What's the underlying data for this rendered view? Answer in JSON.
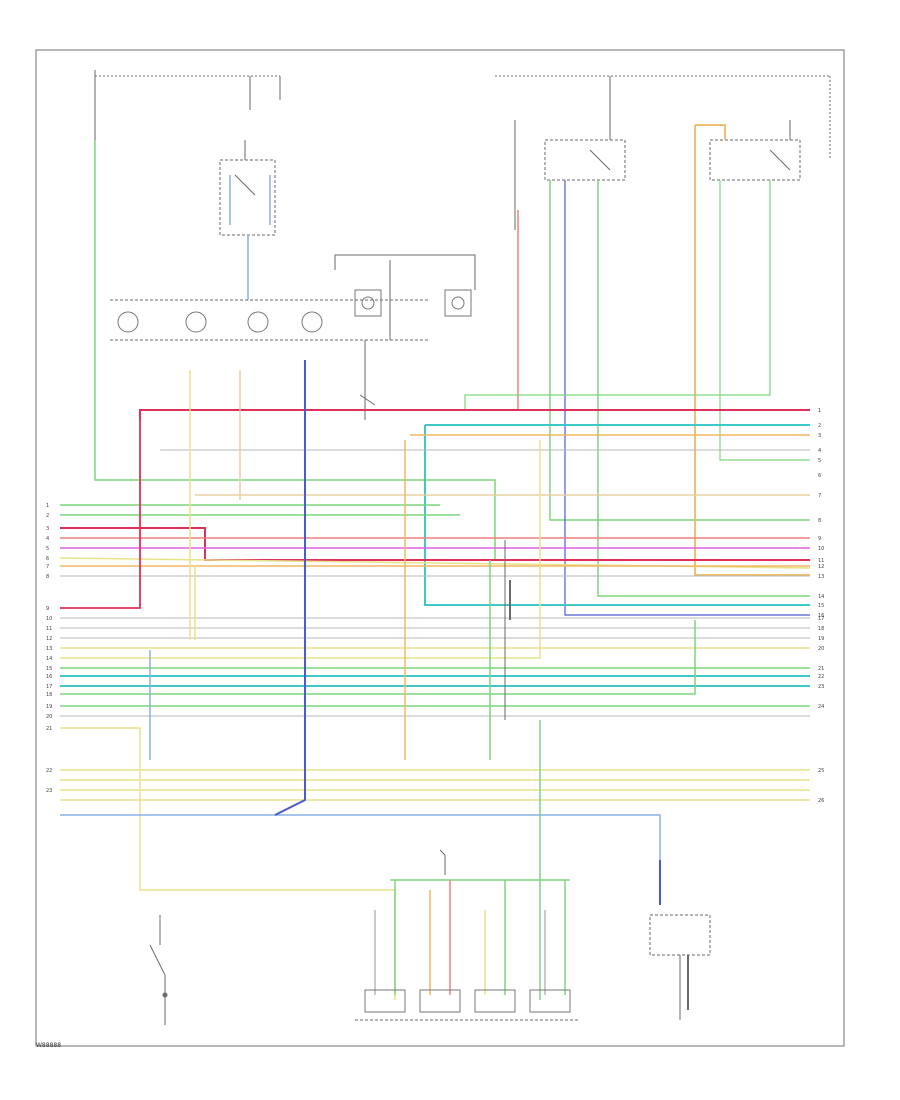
{
  "diagram": {
    "page_id": "W88888",
    "page_id_note": "",
    "colors": {
      "frame": "#8a8a8a",
      "wire_black": "#6a6a6a",
      "green": "#7cd67c",
      "red": "#e0305a",
      "pink": "#f08080",
      "yellow": "#e8e28a",
      "orange": "#f0b860",
      "magenta": "#e060e0",
      "blue": "#4a5ad8",
      "light_blue": "#8ab0e8",
      "cyan": "#40c8c8",
      "tan": "#e8d0a0",
      "gray": "#b8b8b8",
      "dark_green": "#40a060"
    },
    "left_pin_numbers": [
      "1",
      "2",
      "3",
      "4",
      "5",
      "6",
      "7",
      "8",
      "9",
      "10",
      "11",
      "12",
      "13",
      "14",
      "15",
      "16",
      "17",
      "18",
      "19",
      "20",
      "21",
      "22",
      "23"
    ],
    "right_pin_numbers": [
      "1",
      "2",
      "3",
      "4",
      "5",
      "6",
      "7",
      "8",
      "9",
      "10",
      "11",
      "12",
      "13",
      "14",
      "15",
      "16",
      "17",
      "18",
      "19",
      "20",
      "21",
      "22",
      "23",
      "24",
      "25",
      "26"
    ]
  }
}
